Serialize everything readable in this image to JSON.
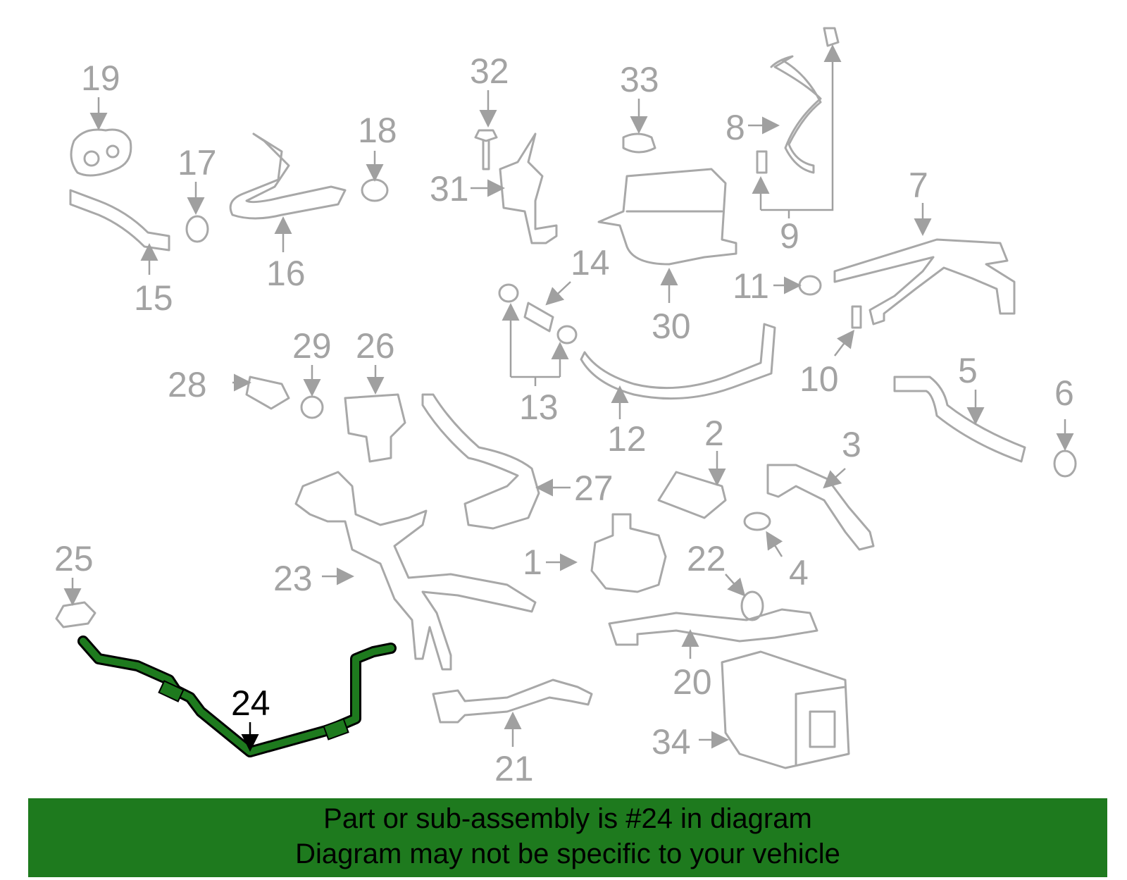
{
  "diagram": {
    "highlight_color": "#1e7a1e",
    "highlighted_part": "24",
    "callouts": [
      "1",
      "2",
      "3",
      "4",
      "5",
      "6",
      "7",
      "8",
      "9",
      "10",
      "11",
      "12",
      "13",
      "14",
      "15",
      "16",
      "17",
      "18",
      "19",
      "20",
      "21",
      "22",
      "23",
      "24",
      "25",
      "26",
      "27",
      "28",
      "29",
      "30",
      "31",
      "32",
      "33",
      "34"
    ]
  },
  "banner": {
    "line1": "Part or sub-assembly is #24 in diagram",
    "line2": "Diagram may not be specific to your vehicle",
    "background": "#1e7a1e"
  }
}
